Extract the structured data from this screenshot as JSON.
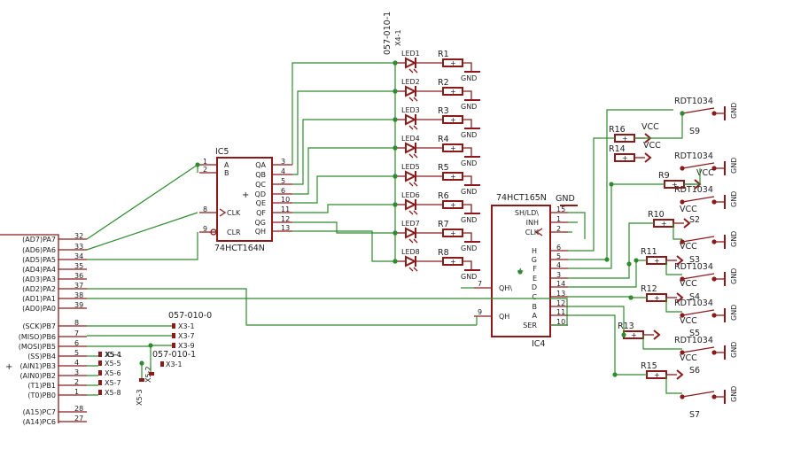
{
  "colors": {
    "wire": "#2e8b2e",
    "component": "#8b1a1a",
    "text": "#222222",
    "background": "#ffffff"
  },
  "ic5": {
    "name": "IC5",
    "part": "74HCT164N",
    "inputs": [
      {
        "label": "A",
        "pin": "1"
      },
      {
        "label": "B",
        "pin": "2"
      },
      {
        "label": "CLK",
        "pin": "8"
      },
      {
        "label": "CLR",
        "pin": "9"
      }
    ],
    "outputs": [
      {
        "label": "QA",
        "pin": "3"
      },
      {
        "label": "QB",
        "pin": "4"
      },
      {
        "label": "QC",
        "pin": "5"
      },
      {
        "label": "QD",
        "pin": "6"
      },
      {
        "label": "QE",
        "pin": "10"
      },
      {
        "label": "QF",
        "pin": "11"
      },
      {
        "label": "QG",
        "pin": "12"
      },
      {
        "label": "QH",
        "pin": "13"
      }
    ]
  },
  "ic4": {
    "name": "IC4",
    "part": "74HCT165N",
    "gnd": "GND",
    "top_pins": [
      {
        "label": "SH/LD\\",
        "pin": "15"
      },
      {
        "label": "INH",
        "pin": "1"
      },
      {
        "label": "CLK",
        "pin": "2"
      }
    ],
    "inputs": [
      {
        "label": "H",
        "pin": "6"
      },
      {
        "label": "G",
        "pin": "5"
      },
      {
        "label": "F",
        "pin": "4"
      },
      {
        "label": "E",
        "pin": "3"
      },
      {
        "label": "D",
        "pin": "14"
      },
      {
        "label": "C",
        "pin": "13"
      },
      {
        "label": "B",
        "pin": "12"
      },
      {
        "label": "A",
        "pin": "11"
      },
      {
        "label": "SER",
        "pin": "10"
      }
    ],
    "left_pins": [
      {
        "label": "QH\\",
        "pin": "7"
      },
      {
        "label": "QH",
        "pin": "9"
      }
    ]
  },
  "leds": {
    "connector": "057-010-1",
    "connector2": "X4-1",
    "items": [
      "LED1",
      "LED2",
      "LED3",
      "LED4",
      "LED5",
      "LED6",
      "LED7",
      "LED8"
    ],
    "resistors": [
      "R1",
      "R2",
      "R3",
      "R4",
      "R5",
      "R6",
      "R7",
      "R8"
    ],
    "gnd": "GND"
  },
  "mcu": {
    "pins": [
      {
        "label": "(AD7)PA7",
        "pin": "32"
      },
      {
        "label": "(AD6)PA6",
        "pin": "33"
      },
      {
        "label": "(AD5)PA5",
        "pin": "34"
      },
      {
        "label": "(AD4)PA4",
        "pin": "35"
      },
      {
        "label": "(AD3)PA3",
        "pin": "36"
      },
      {
        "label": "(AD2)PA2",
        "pin": "37"
      },
      {
        "label": "(AD1)PA1",
        "pin": "38"
      },
      {
        "label": "(AD0)PA0",
        "pin": "39"
      },
      {
        "label": "(SCK)PB7",
        "pin": "8"
      },
      {
        "label": "(MISO)PB6",
        "pin": "7"
      },
      {
        "label": "(MOSI)PB5",
        "pin": "6"
      },
      {
        "label": "(SS)PB4",
        "pin": "5"
      },
      {
        "label": "(AIN1)PB3",
        "pin": "4"
      },
      {
        "label": "(AIN0)PB2",
        "pin": "3"
      },
      {
        "label": "(T1)PB1",
        "pin": "2"
      },
      {
        "label": "(T0)PB0",
        "pin": "1"
      },
      {
        "label": "(A15)PC7",
        "pin": "28"
      },
      {
        "label": "(A14)PC6",
        "pin": "27"
      }
    ]
  },
  "connectors": {
    "x3_label": "057-010-0",
    "x3_pins": [
      "X3-1",
      "X3-7",
      "X3-9"
    ],
    "x5_label": "057-010-1",
    "x5_pins": [
      "X5-1",
      "X5-4",
      "X5-5",
      "X5-6",
      "X5-7",
      "X5-8"
    ],
    "x5_vert": [
      "X5-2",
      "X5-3"
    ]
  },
  "switches": {
    "part": "RDT1034",
    "vcc": "VCC",
    "gnd": "GND",
    "resistors": [
      "R16",
      "R14",
      "R9",
      "R10",
      "R11",
      "R12",
      "R13",
      "R15"
    ],
    "names": [
      "S9",
      "S2",
      "S3",
      "S4",
      "S5",
      "S6",
      "S7"
    ]
  }
}
